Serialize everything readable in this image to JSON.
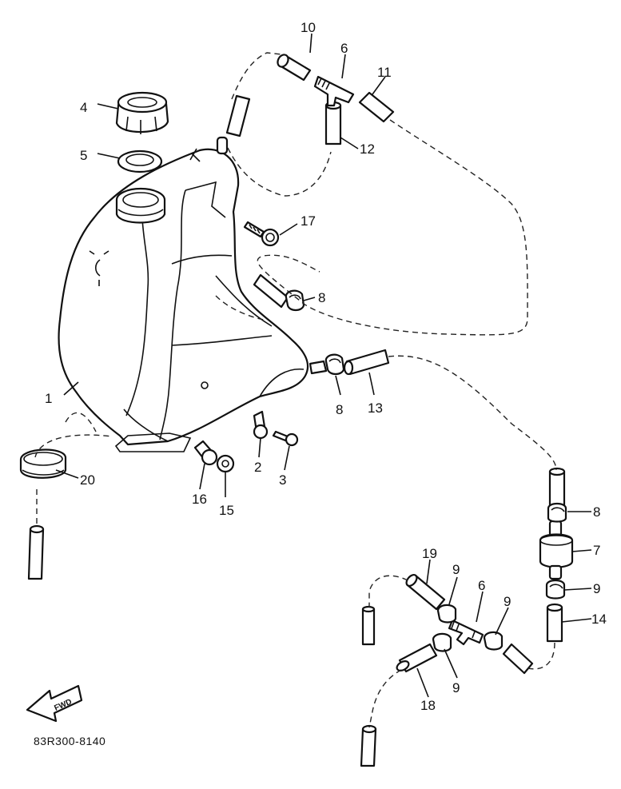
{
  "diagram_code": "83R300-8140",
  "fwd_label": "FWD",
  "callouts": {
    "c1": "1",
    "c2": "2",
    "c3": "3",
    "c4": "4",
    "c5": "5",
    "c6a": "6",
    "c6b": "6",
    "c7": "7",
    "c8a": "8",
    "c8b": "8",
    "c8c": "8",
    "c9a": "9",
    "c9b": "9",
    "c9c": "9",
    "c9d": "9",
    "c10": "10",
    "c11": "11",
    "c12": "12",
    "c13": "13",
    "c14": "14",
    "c15": "15",
    "c16": "16",
    "c17": "17",
    "c18": "18",
    "c19": "19",
    "c20": "20"
  }
}
